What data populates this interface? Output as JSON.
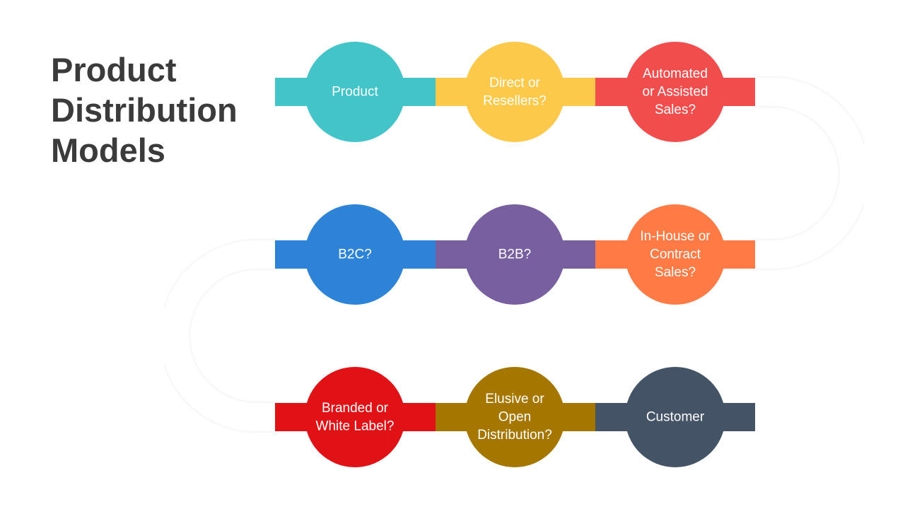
{
  "title": [
    "Product",
    "Distribution",
    "Models"
  ],
  "steps": [
    {
      "lines": [
        "Product"
      ],
      "color": "#43c4c9"
    },
    {
      "lines": [
        "Direct or",
        "Resellers?"
      ],
      "color": "#fdc94a"
    },
    {
      "lines": [
        "Automated",
        "or Assisted",
        "Sales?"
      ],
      "color": "#f24d4d"
    },
    {
      "lines": [
        "In-House or",
        "Contract",
        "Sales?"
      ],
      "color": "#ff7a45"
    },
    {
      "lines": [
        "B2B?"
      ],
      "color": "#785f9f"
    },
    {
      "lines": [
        "B2C?"
      ],
      "color": "#2d83d7"
    },
    {
      "lines": [
        "Branded or",
        "White Label?"
      ],
      "color": "#e01216"
    },
    {
      "lines": [
        "Elusive or",
        "Open",
        "Distribution?"
      ],
      "color": "#a57700"
    },
    {
      "lines": [
        "Customer"
      ],
      "color": "#455366"
    }
  ]
}
